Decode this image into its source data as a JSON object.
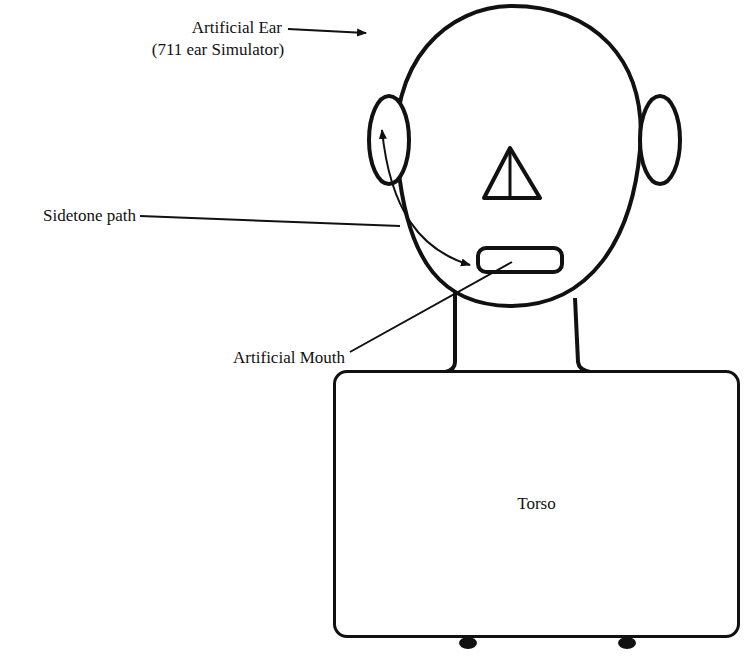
{
  "diagram": {
    "nodes": [
      {
        "text": [
          "Torso"
        ]
      }
    ],
    "labels": [
      "Artificial Ear",
      "(711 ear Simulator)",
      "Sidetone path",
      "Artificial Mouth"
    ]
  }
}
